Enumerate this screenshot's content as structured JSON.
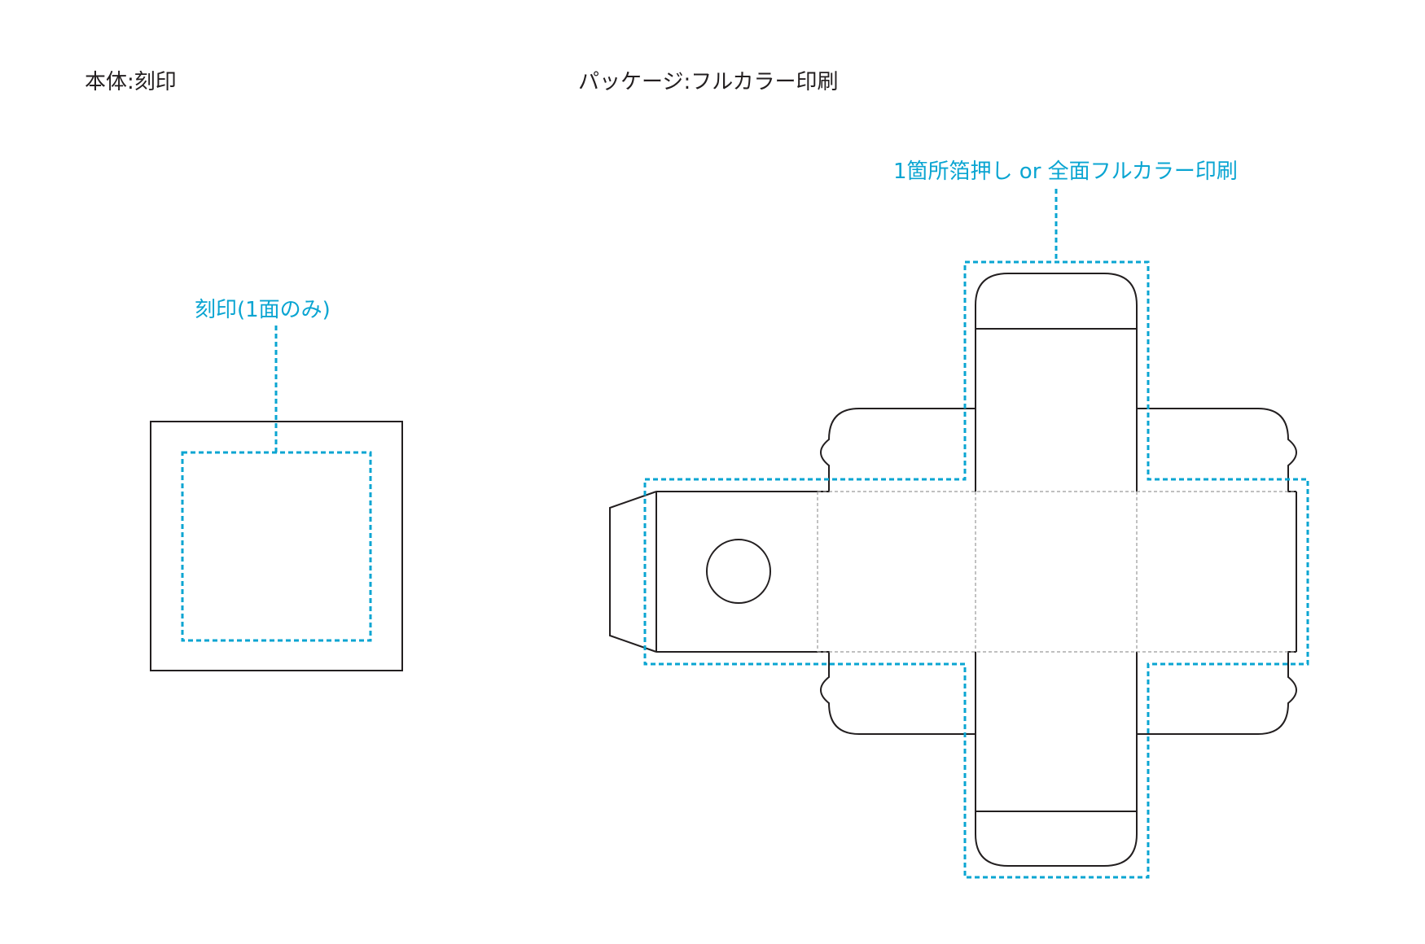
{
  "body_section": {
    "heading": "本体:刻印",
    "engrave_callout": "刻印(1面のみ)"
  },
  "package_section": {
    "heading": "パッケージ:フルカラー印刷",
    "print_callout": "1箇所箔押し or 全面フルカラー印刷"
  },
  "colors": {
    "outline": "#231f20",
    "callout_accent": "#0aa5d2",
    "fold_line": "#9a9a9a"
  }
}
